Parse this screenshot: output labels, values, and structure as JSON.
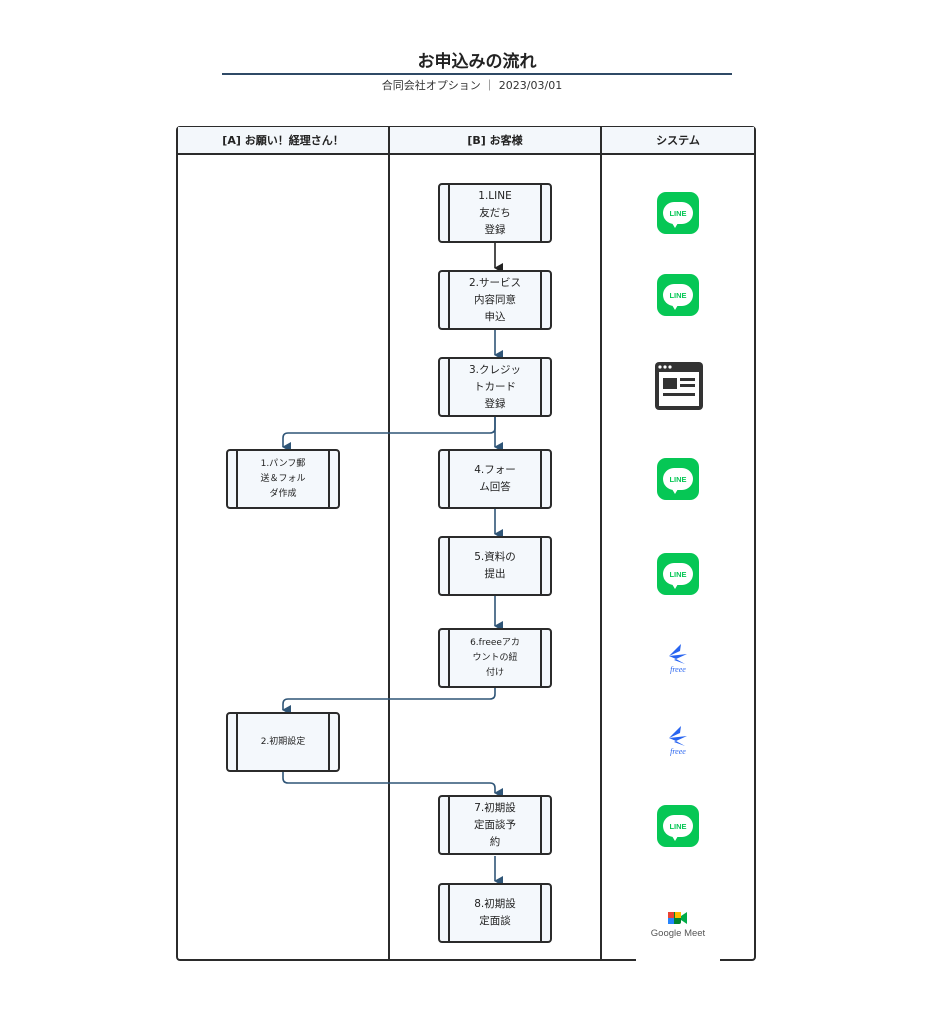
{
  "header": {
    "title": "お申込みの流れ",
    "subtitle": "合同会社オプション ｜ 2023/03/01"
  },
  "lanes": [
    {
      "label": "[A] お願い！経理さん！"
    },
    {
      "label": "[B] お客様"
    },
    {
      "label": "システム"
    }
  ],
  "steps": {
    "b1": "1.LINE\n友だち\n登録",
    "b2": "2.サービス\n内容同意\n申込",
    "b3": "3.クレジッ\nトカード\n登録",
    "b4": "4.フォー\nム回答",
    "b5": "5.資料の\n提出",
    "b6": "6.freeeアカ\nウントの紐\n付け",
    "b7": "7.初期設\n定面談予\n約",
    "b8": "8.初期設\n定面談",
    "a1": "1.パンフ郵\n送＆フォル\nダ作成",
    "a2": "2.初期設定"
  },
  "system_icons": {
    "line_text": "LINE",
    "freee_text": "freee",
    "meet_text": "Google Meet",
    "names": [
      "line-icon",
      "line-icon",
      "browser-window-icon",
      "line-icon",
      "line-icon",
      "freee-icon",
      "freee-icon",
      "line-icon",
      "google-meet-icon"
    ],
    "colors": {
      "line_green": "#06c755",
      "freee_blue": "#2864f0",
      "arrow_blue": "#2f5577",
      "lane_header_bg": "#f3f7fb",
      "box_bg": "#f4f8fc"
    }
  }
}
